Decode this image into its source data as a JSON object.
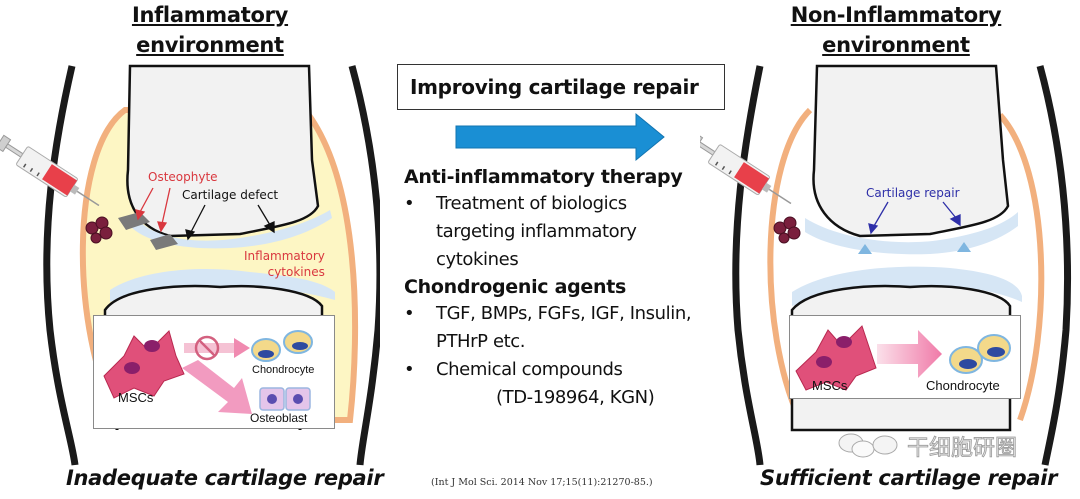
{
  "left_panel": {
    "title_line1": "Inflammatory",
    "title_line2": "environment",
    "labels": {
      "osteophyte": "Osteophyte",
      "cartilage_defect": "Cartilage defect",
      "cytokines_line1": "Inflammatory",
      "cytokines_line2": "cytokines"
    },
    "inset": {
      "mscs": "MSCs",
      "chondrocyte": "Chondrocyte",
      "osteoblast": "Osteoblast"
    },
    "caption": "Inadequate cartilage repair"
  },
  "center": {
    "header_box": "Improving cartilage repair",
    "arrow_color": "#1a8fd4",
    "sections": [
      {
        "heading": "Anti-inflammatory therapy",
        "bullets": [
          [
            "Treatment of biologics",
            "targeting inflammatory",
            "cytokines"
          ]
        ]
      },
      {
        "heading": "Chondrogenic agents",
        "bullets": [
          [
            "TGF, BMPs, FGFs, IGF, Insulin,",
            "PTHrP etc."
          ],
          [
            "Chemical compounds",
            "(TD-198964, KGN)"
          ]
        ]
      }
    ],
    "bullet_char": "•",
    "citation": "(Int J Mol Sci. 2014 Nov 17;15(11):21270-85.)"
  },
  "right_panel": {
    "title_line1": "Non-Inflammatory",
    "title_line2": "environment",
    "labels": {
      "cartilage_repair": "Cartilage repair"
    },
    "inset": {
      "mscs": "MSCs",
      "chondrocyte": "Chondrocyte"
    },
    "caption": "Sufficient cartilage repair"
  },
  "watermark": {
    "text": "干细胞研圈",
    "icon": "wechat-bubbles-icon"
  },
  "colors": {
    "synovium": "#f2b07e",
    "inflamed_fluid": "#fdf6c4",
    "cartilage": "#d6e6f5",
    "bone": "#f0f0f0",
    "red_label": "#d9383f",
    "blue_label": "#2e2fa8",
    "msc": "#e0507a"
  }
}
